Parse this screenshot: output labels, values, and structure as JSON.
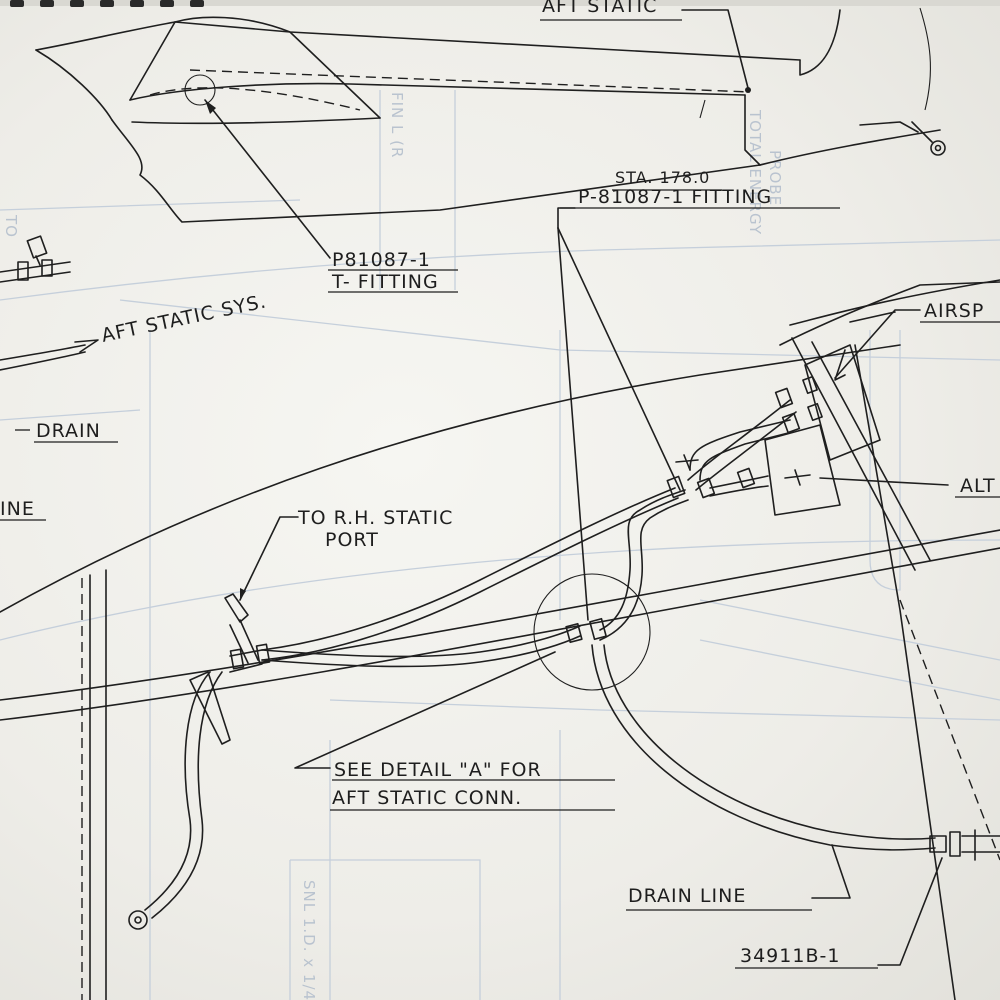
{
  "callouts": {
    "aft_static_top": "AFT STATIC",
    "sta": "STA. 178.0",
    "fitting_top": "P-81087-1 FITTING",
    "t_fitting_part": "P81087-1",
    "t_fitting_name": "T- FITTING",
    "aft_static_sys": "AFT STATIC SYS.",
    "drain_left": "DRAIN",
    "line_left": "INE",
    "to_rh_static_1": "TO R.H. STATIC",
    "to_rh_static_2": "PORT",
    "see_detail_1": "SEE DETAIL \"A\" FOR",
    "see_detail_2": "AFT STATIC CONN.",
    "drain_line": "DRAIN LINE",
    "part_number": "34911B-1",
    "airspeed": "AIRSP",
    "altimeter": "ALT"
  },
  "ghost_text": {
    "fin": "FIN L (R",
    "total_energy_1": "TOTAL ENERGY",
    "total_energy_2": "PROBE",
    "to_left": "TO",
    "vertical_bottom": "SNL 1.D. x 1/4"
  }
}
